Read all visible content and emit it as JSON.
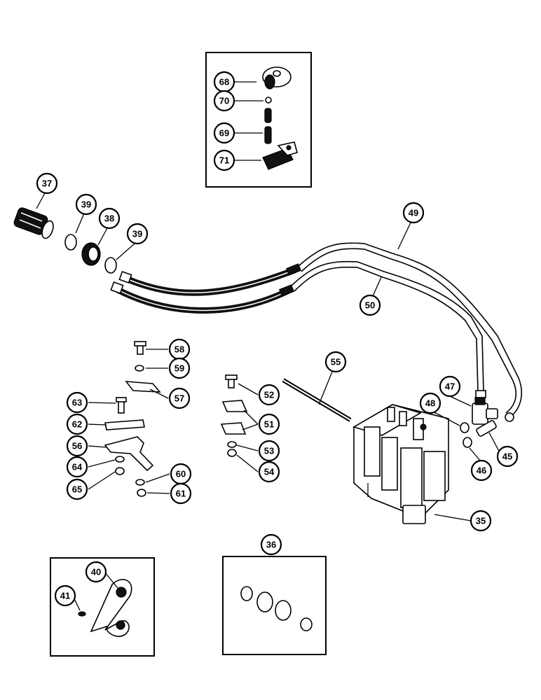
{
  "callouts": {
    "c68": "68",
    "c70": "70",
    "c69": "69",
    "c71": "71",
    "c37": "37",
    "c39a": "39",
    "c38": "38",
    "c39b": "39",
    "c49": "49",
    "c50": "50",
    "c58": "58",
    "c59": "59",
    "c57": "57",
    "c63": "63",
    "c62": "62",
    "c56": "56",
    "c64": "64",
    "c65": "65",
    "c60": "60",
    "c61": "61",
    "c55": "55",
    "c52": "52",
    "c51": "51",
    "c53": "53",
    "c54": "54",
    "c47": "47",
    "c48": "48",
    "c45": "45",
    "c46": "46",
    "c35": "35",
    "c40": "40",
    "c41": "41",
    "c36": "36"
  }
}
